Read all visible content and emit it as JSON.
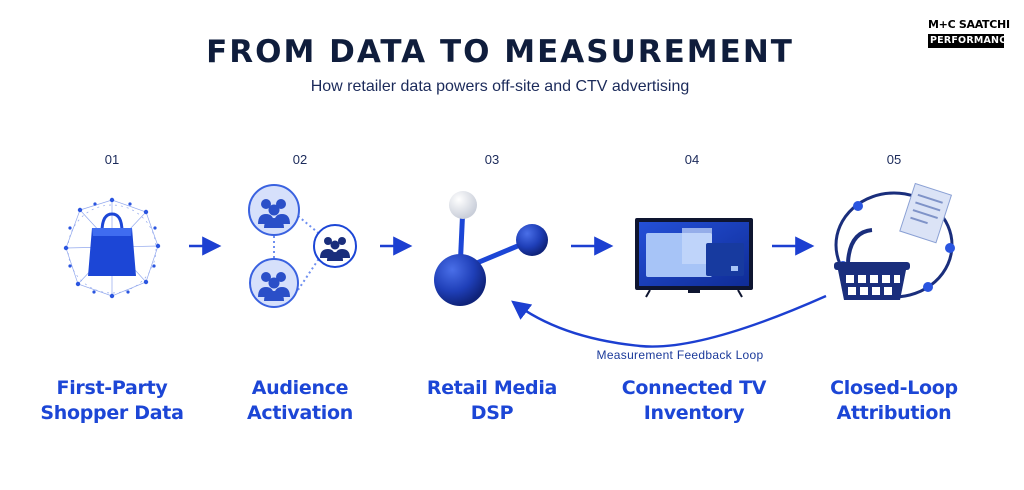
{
  "header": {
    "title": "FROM DATA TO MEASUREMENT",
    "subtitle": "How retailer data powers off-site and CTV advertising"
  },
  "brand": {
    "line1": "M+C SAATCHI",
    "line2": "PERFORMANCE"
  },
  "steps": [
    {
      "number": "01",
      "label": "First-Party\nShopper Data",
      "icon": "shopping-bag-icon"
    },
    {
      "number": "02",
      "label": "Audience\nActivation",
      "icon": "audience-groups-icon"
    },
    {
      "number": "03",
      "label": "Retail Media\nDSP",
      "icon": "molecule-nodes-icon"
    },
    {
      "number": "04",
      "label": "Connected TV\nInventory",
      "icon": "tv-icon"
    },
    {
      "number": "05",
      "label": "Closed-Loop\nAttribution",
      "icon": "basket-receipt-icon"
    }
  ],
  "feedback_loop": {
    "label": "Measurement Feedback Loop"
  },
  "colors": {
    "title": "#0f1d3c",
    "accent": "#1c46d6",
    "arrow": "#1c3fd1"
  }
}
